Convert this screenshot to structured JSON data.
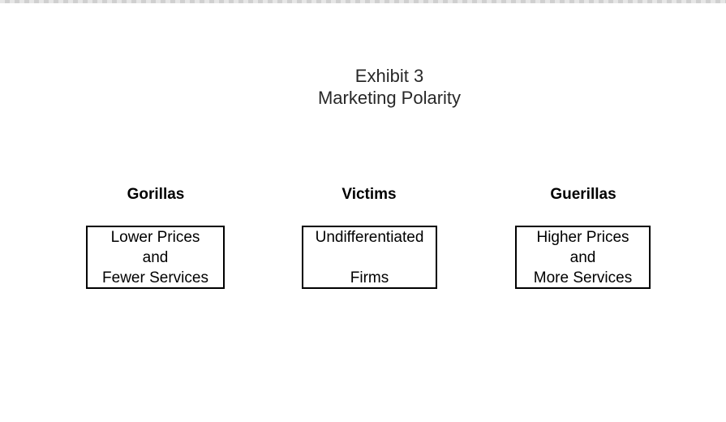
{
  "window": {
    "top_strip_color": "#d9d9d9"
  },
  "title": {
    "line1": "Exhibit 3",
    "line2": "Marketing Polarity"
  },
  "columns": [
    {
      "header": "Gorillas",
      "lines": [
        "Lower Prices",
        "and",
        "Fewer Services"
      ]
    },
    {
      "header": "Victims",
      "lines": [
        "Undifferentiated",
        "",
        "Firms"
      ]
    },
    {
      "header": "Guerillas",
      "lines": [
        "Higher Prices",
        "and",
        "More Services"
      ]
    }
  ],
  "colors": {
    "box_border": "#000000",
    "text": "#000000",
    "title_text": "#282828",
    "background": "#ffffff"
  }
}
